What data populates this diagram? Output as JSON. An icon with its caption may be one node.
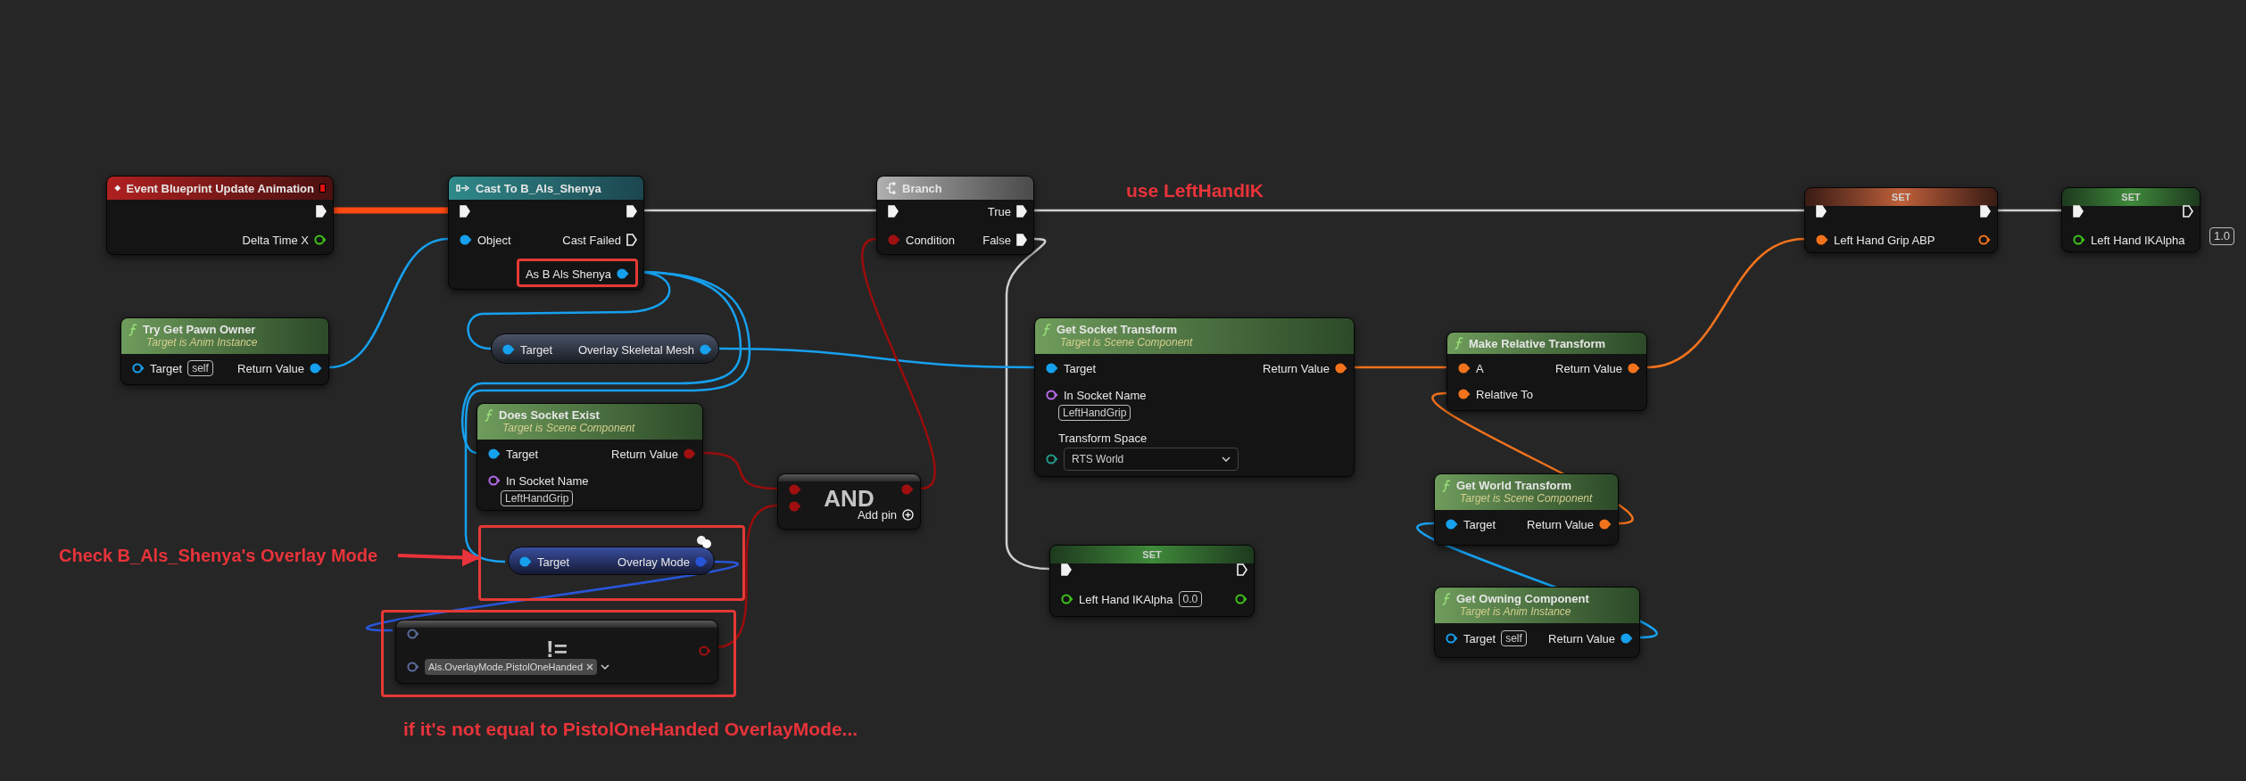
{
  "diagram": {
    "nodes": [
      {
        "text": [
          "Event Blueprint Update Animation",
          "Delta Time X"
        ]
      },
      {
        "text": [
          "Cast To B_Als_Shenya",
          "Object",
          "Cast Failed"
        ]
      },
      {
        "text": [
          "As B Als Shenya"
        ],
        "in": 1
      },
      {
        "text": [
          "Try Get Pawn Owner",
          "Target is Anim Instance",
          "Target",
          "self",
          "Return Value"
        ]
      },
      {
        "text": [
          "Target",
          "Overlay Skeletal Mesh"
        ]
      },
      {
        "text": [
          "Does Socket Exist",
          "Target is Scene Component",
          "Target",
          "Return Value",
          "In Socket Name",
          "LeftHandGrip"
        ]
      },
      {
        "text": [],
        "shape": "box"
      },
      {
        "text": [
          "Target",
          "Overlay Mode"
        ],
        "in": 6
      },
      {
        "text": [],
        "shape": "box"
      },
      {
        "text": [
          "!=",
          "Als.OverlayMode.PistolOneHanded"
        ],
        "in": 8
      },
      {
        "text": [
          "AND",
          "Add pin"
        ]
      },
      {
        "text": [
          "Branch",
          "True",
          "Condition",
          "False"
        ]
      },
      {
        "text": [
          "Get Socket Transform",
          "Target is Scene Component",
          "Target",
          "Return Value",
          "In Socket Name",
          "LeftHandGrip",
          "Transform Space",
          "RTS World"
        ]
      },
      {
        "text": [
          "SET",
          "Left Hand IKAlpha",
          "0.0"
        ]
      },
      {
        "text": [
          "Make Relative Transform",
          "A",
          "Return Value",
          "Relative To"
        ]
      },
      {
        "text": [
          "Get World Transform",
          "Target is Scene Component",
          "Target",
          "Return Value"
        ]
      },
      {
        "text": [
          "Get Owning Component",
          "Target is Anim Instance",
          "Target",
          "self",
          "Return Value"
        ]
      },
      {
        "text": [
          "SET",
          "Left Hand Grip ABP"
        ]
      },
      {
        "text": [
          "SET",
          "Left Hand IKAlpha"
        ],
        "beside": [
          "1.0"
        ]
      },
      {
        "text": [
          "Check B_Als_Shenya's Overlay Mode"
        ]
      }
    ],
    "edges": [
      {
        "from": 0,
        "to": 1,
        "arrow": "none",
        "style": "thick",
        "color": "#ff4a12"
      },
      {
        "from": 1,
        "to": 11,
        "arrow": "none",
        "color": "#cfcfcf"
      },
      {
        "from": 11,
        "to": 17,
        "arrow": "none",
        "color": "#cfcfcf"
      },
      {
        "from": 17,
        "to": 18,
        "arrow": "none",
        "color": "#cfcfcf"
      },
      {
        "from": 11,
        "to": 13,
        "arrow": "none",
        "color": "#cfcfcf"
      },
      {
        "from": 3,
        "to": 1,
        "arrow": "none",
        "color": "#16a0ee"
      },
      {
        "from": 2,
        "to": 4,
        "arrow": "none",
        "color": "#16a0ee"
      },
      {
        "from": 2,
        "to": 5,
        "arrow": "none",
        "color": "#16a0ee"
      },
      {
        "from": 2,
        "to": 7,
        "arrow": "none",
        "color": "#16a0ee"
      },
      {
        "from": 4,
        "to": 12,
        "arrow": "none",
        "color": "#16a0ee"
      },
      {
        "from": 5,
        "to": 10,
        "arrow": "none",
        "color": "#9b0c0c"
      },
      {
        "from": 7,
        "to": 9,
        "arrow": "none",
        "color": "#2855d8"
      },
      {
        "from": 9,
        "to": 10,
        "arrow": "none",
        "color": "#9b0c0c"
      },
      {
        "from": 10,
        "to": 11,
        "arrow": "none",
        "color": "#9b0c0c"
      },
      {
        "from": 12,
        "to": 14,
        "arrow": "none",
        "color": "#f2731c"
      },
      {
        "from": 14,
        "to": 17,
        "arrow": "none",
        "color": "#f2731c"
      },
      {
        "from": 15,
        "to": 14,
        "arrow": "none",
        "color": "#f2731c"
      },
      {
        "from": 16,
        "to": 15,
        "arrow": "none",
        "color": "#16a0ee"
      },
      {
        "from": 19,
        "to": 6,
        "arrow": "to",
        "color": "#e8333a"
      }
    ],
    "labels": [
      "use LeftHandIK",
      "if it's not equal to PistolOneHanded OverlayMode..."
    ]
  }
}
